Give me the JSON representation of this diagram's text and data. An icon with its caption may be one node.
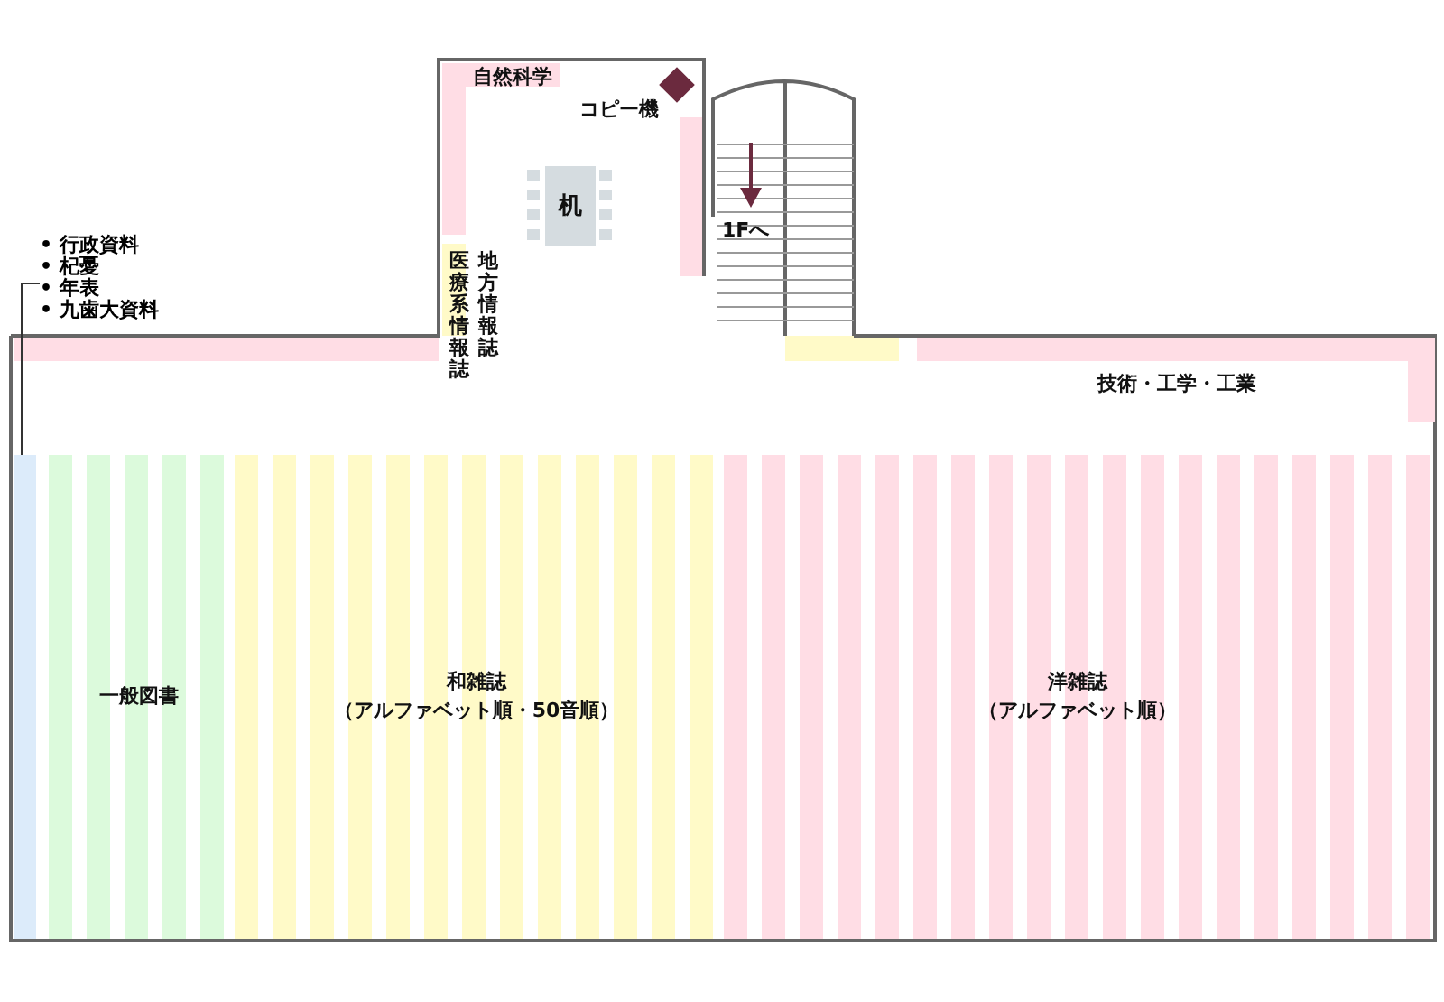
{
  "diagram": {
    "nodes": [
      {
        "text": [
          "自然科学"
        ]
      },
      {
        "text": [],
        "shape": "diamond",
        "beside": [
          "コピー機"
        ]
      },
      {
        "text": [
          "机"
        ]
      },
      {
        "text": [
          "技術・工学・工業"
        ]
      },
      {
        "text": [
          "• 行政資料",
          "• 杞憂",
          "• 年表",
          "• 九歯大資料"
        ]
      },
      {
        "text": [],
        "shape": "bar"
      },
      {
        "text": [
          "一般図書"
        ]
      },
      {
        "text": [
          "和雑誌",
          "（アルファベット順・50音順）"
        ]
      },
      {
        "text": [
          "洋雑誌",
          "（アルファベット順）"
        ]
      }
    ],
    "edges": [
      {
        "from": 4,
        "to": 5,
        "arrow": "none"
      }
    ],
    "labels": [
      "医療系情報誌",
      "地方情報誌",
      "1Fへ"
    ]
  }
}
